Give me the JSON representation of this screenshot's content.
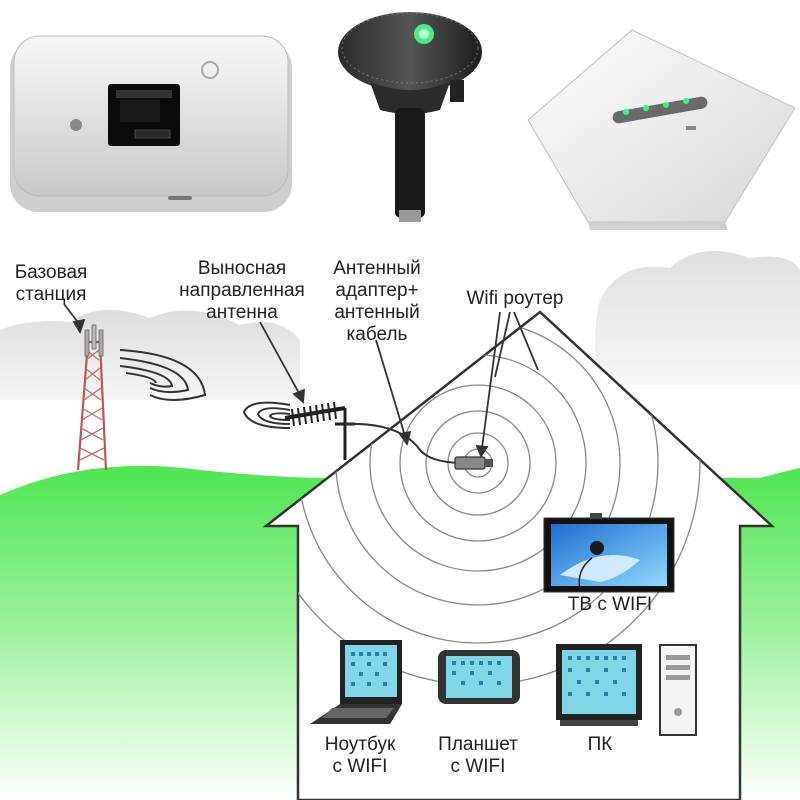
{
  "labels": {
    "base_station": [
      "Базовая",
      "станция"
    ],
    "remote_antenna": [
      "Выносная",
      "направленная",
      "антенна"
    ],
    "antenna_adapter": [
      "Антенный",
      "адаптер+",
      "антенный",
      "кабель"
    ],
    "wifi_router": "Wifi роутер",
    "tv": "ТВ с WIFI",
    "laptop": [
      "Ноутбук",
      "с WIFI"
    ],
    "tablet": [
      "Планшет",
      "с WIFI"
    ],
    "pc": "ПК"
  },
  "icons": {
    "device_1": "huawei-mobile-router-icon",
    "device_2": "car-usb-router-icon",
    "device_3": "pocket-wifi-router-icon",
    "tower": "cell-tower-icon",
    "antenna": "directional-antenna-icon",
    "house": "house-icon",
    "router": "wifi-router-icon",
    "tv": "tv-icon",
    "laptop": "laptop-icon",
    "tablet": "tablet-icon",
    "pc": "desktop-pc-icon"
  },
  "colors": {
    "grass": "#3fe24a",
    "sky_cloud": "#e2e2e2",
    "screen_blue": "#2aa9e0",
    "text": "#222222"
  }
}
